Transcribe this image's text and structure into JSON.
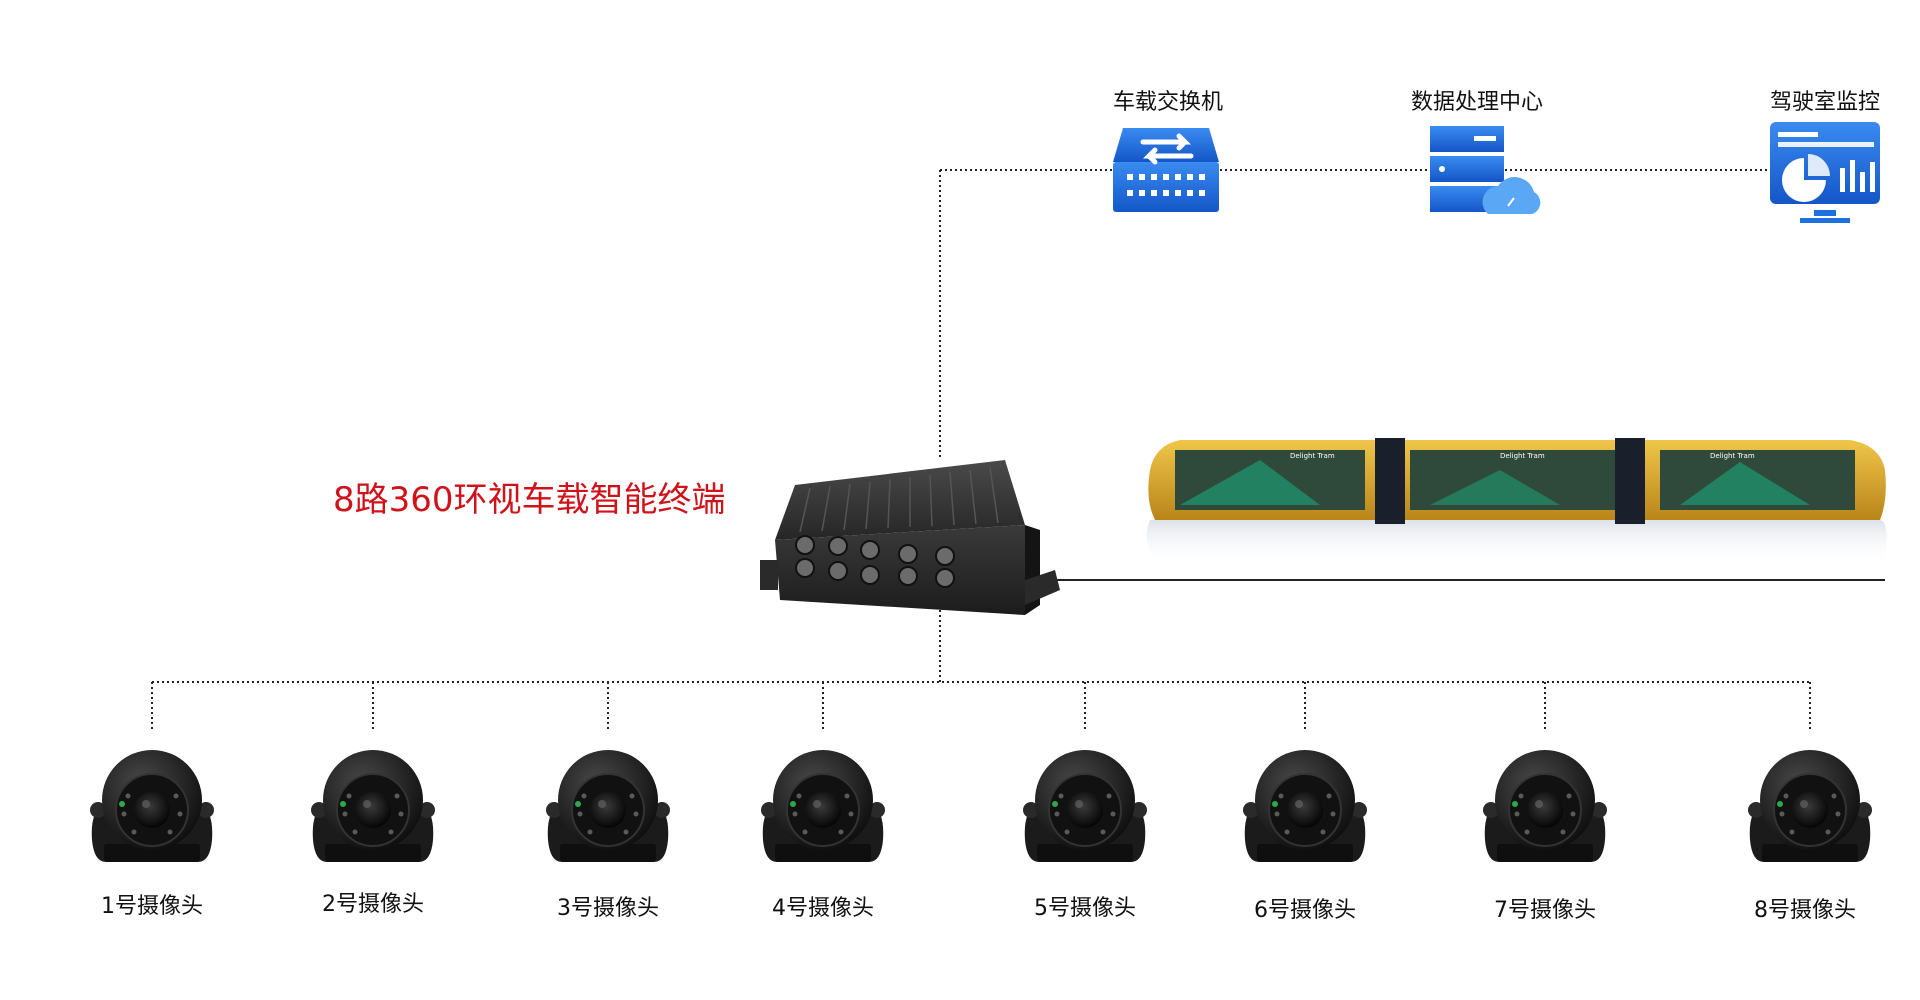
{
  "terminal": {
    "title": "8路360环视车载智能终端"
  },
  "top_devices": [
    {
      "label": "车载交换机",
      "icon": "network-switch-icon"
    },
    {
      "label": "数据处理中心",
      "icon": "server-cloud-icon"
    },
    {
      "label": "驾驶室监控",
      "icon": "monitor-dashboard-icon"
    }
  ],
  "train": {
    "label": "Delight Tram",
    "colors": {
      "body": "#d7a425",
      "window": "#2f4a3a",
      "accent": "#1f8f6a",
      "joint": "#1a1f2c"
    }
  },
  "cameras": [
    {
      "label": "1号摄像头"
    },
    {
      "label": "2号摄像头"
    },
    {
      "label": "3号摄像头"
    },
    {
      "label": "4号摄像头"
    },
    {
      "label": "5号摄像头"
    },
    {
      "label": "6号摄像头"
    },
    {
      "label": "7号摄像头"
    },
    {
      "label": "8号摄像头"
    }
  ],
  "colors": {
    "icon_blue": "#1f6fe0",
    "title_red": "#d0121b",
    "line": "#222222"
  }
}
